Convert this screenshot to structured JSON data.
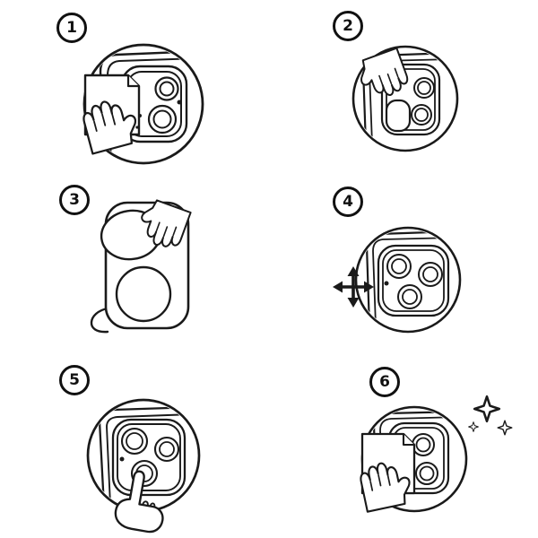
{
  "colors": {
    "line": "#1a1a1a",
    "background": "#ffffff"
  },
  "steps": [
    {
      "number": "1",
      "illustration": "wipe-camera-with-cloth"
    },
    {
      "number": "2",
      "illustration": "peel-film-from-lens"
    },
    {
      "number": "3",
      "illustration": "peel-protector-from-sheet"
    },
    {
      "number": "4",
      "illustration": "align-protector-on-camera"
    },
    {
      "number": "5",
      "illustration": "press-lens-firmly"
    },
    {
      "number": "6",
      "illustration": "wipe-clean-sparkles"
    }
  ]
}
